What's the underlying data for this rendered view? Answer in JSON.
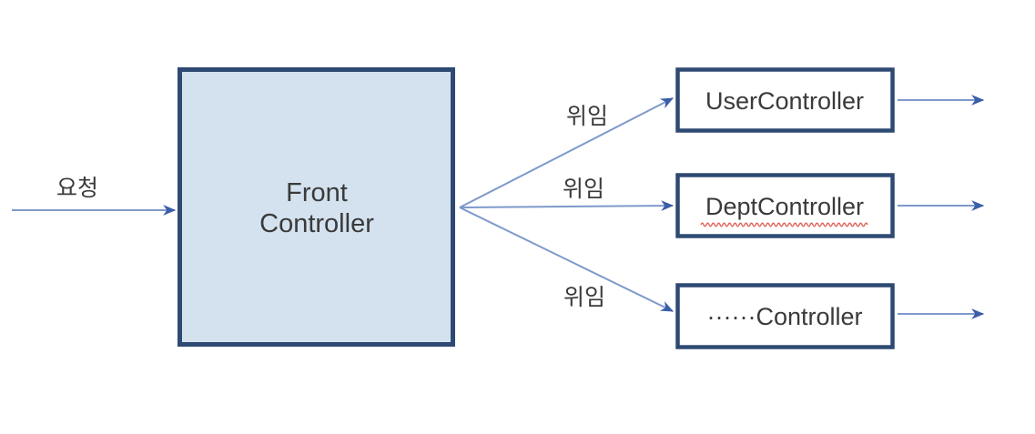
{
  "diagram": {
    "request_label": "요청",
    "front_controller": {
      "line1": "Front",
      "line2": "Controller"
    },
    "delegation_labels": [
      "위임",
      "위임",
      "위임"
    ],
    "controllers": [
      "UserController",
      "DeptController",
      "······Controller"
    ],
    "colors": {
      "box_fill": "#d3e2ee",
      "box_border": "#2e4a73",
      "arrow_line": "#7e99cb",
      "arrow_head": "#3a5ea8",
      "text": "#3a3a3a",
      "spellcheck_underline": "#e0645c"
    }
  }
}
